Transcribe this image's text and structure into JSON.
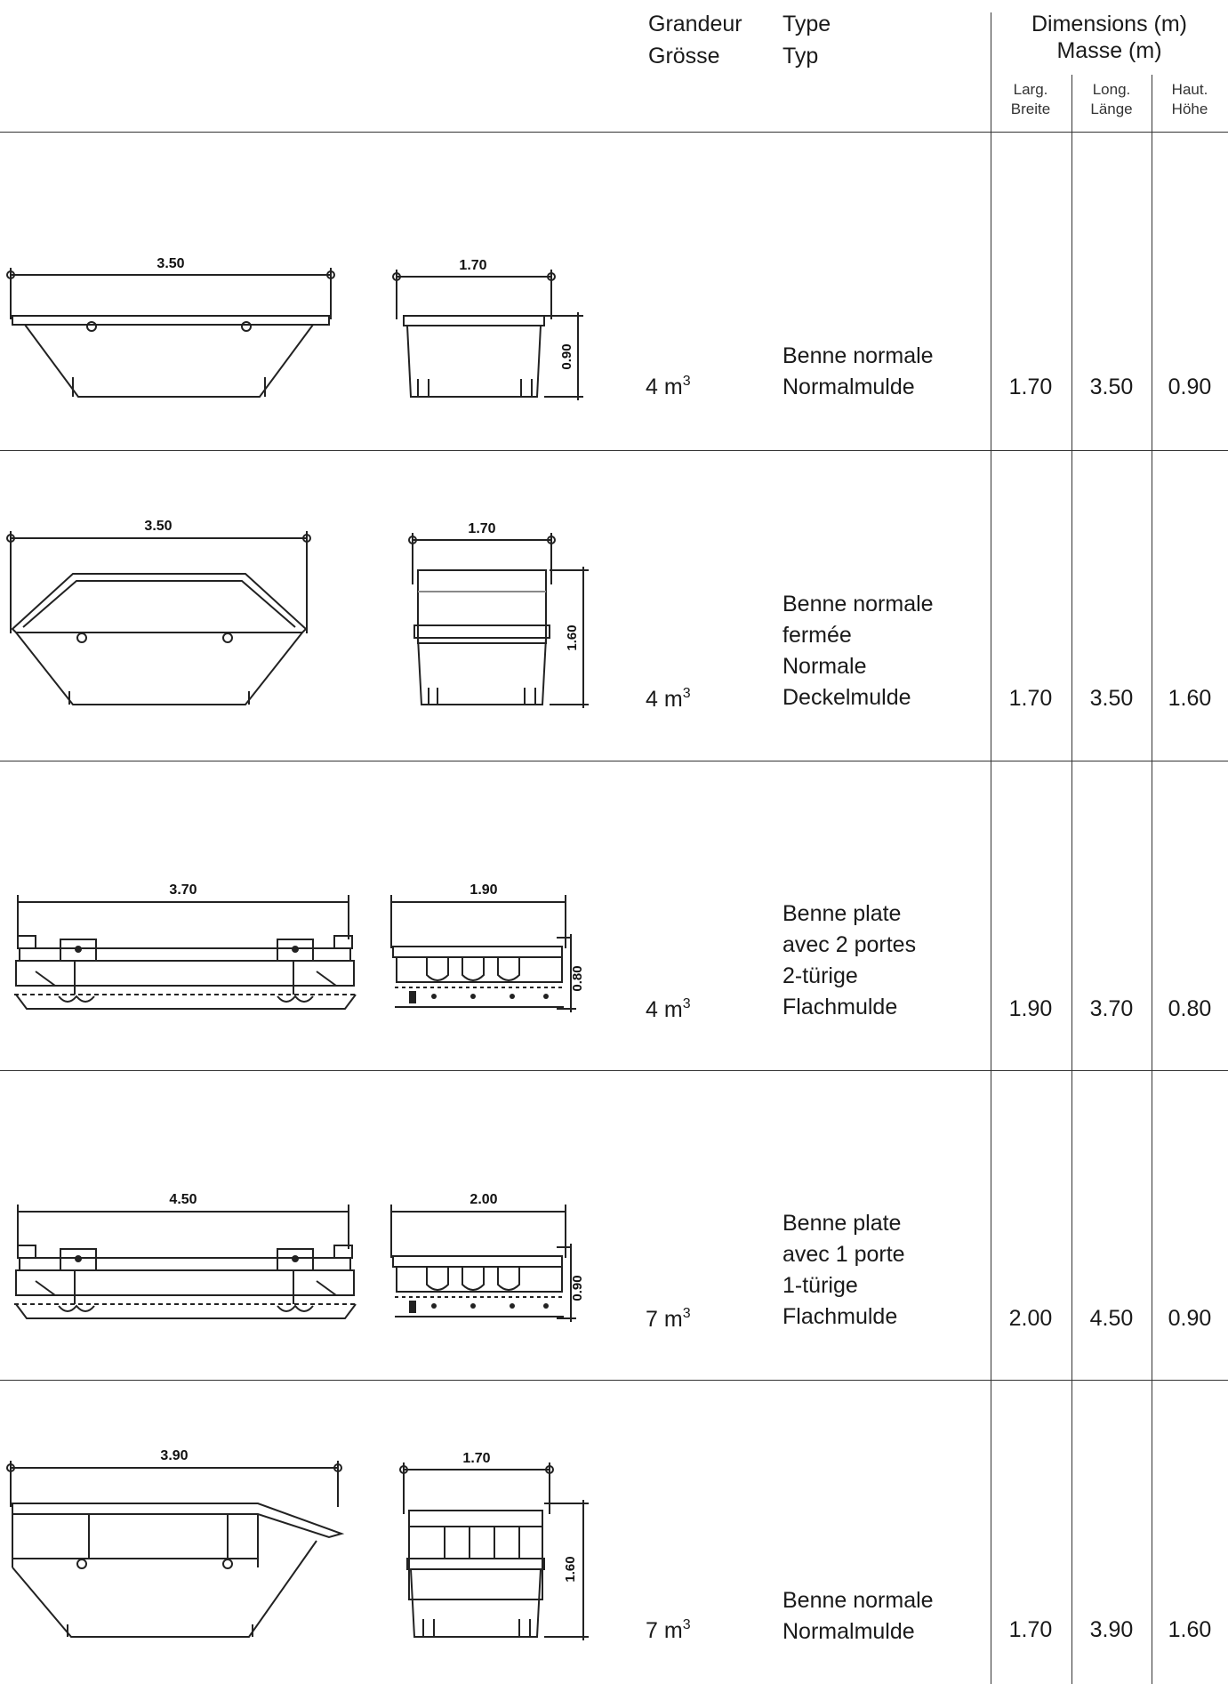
{
  "header": {
    "size_fr": "Grandeur",
    "size_de": "Grösse",
    "type_fr": "Type",
    "type_de": "Typ",
    "dims_fr": "Dimensions (m)",
    "dims_de": "Masse (m)",
    "width_fr": "Larg.",
    "width_de": "Breite",
    "length_fr": "Long.",
    "length_de": "Länge",
    "height_fr": "Haut.",
    "height_de": "Höhe"
  },
  "rows": [
    {
      "size_value": "4 m",
      "size_exp": "3",
      "type_lines": [
        "Benne normale",
        "Normalmulde"
      ],
      "width": "1.70",
      "length": "3.50",
      "height": "0.90",
      "drawing": {
        "kind": "normal",
        "side_label": "3.50",
        "front_label": "1.70",
        "height_label": "0.90"
      }
    },
    {
      "size_value": "4 m",
      "size_exp": "3",
      "type_lines": [
        "Benne normale",
        "fermée",
        "Normale",
        "Deckelmulde"
      ],
      "width": "1.70",
      "length": "3.50",
      "height": "1.60",
      "drawing": {
        "kind": "closed",
        "side_label": "3.50",
        "front_label": "1.70",
        "height_label": "1.60"
      }
    },
    {
      "size_value": "4 m",
      "size_exp": "3",
      "type_lines": [
        "Benne plate",
        "avec 2 portes",
        "2-türige",
        "Flachmulde"
      ],
      "width": "1.90",
      "length": "3.70",
      "height": "0.80",
      "drawing": {
        "kind": "flat",
        "side_label": "3.70",
        "front_label": "1.90",
        "height_label": "0.80"
      }
    },
    {
      "size_value": "7 m",
      "size_exp": "3",
      "type_lines": [
        "Benne plate",
        "avec 1 porte",
        "1-türige",
        "Flachmulde"
      ],
      "width": "2.00",
      "length": "4.50",
      "height": "0.90",
      "drawing": {
        "kind": "flat",
        "side_label": "4.50",
        "front_label": "2.00",
        "height_label": "0.90"
      }
    },
    {
      "size_value": "7 m",
      "size_exp": "3",
      "type_lines": [
        "Benne normale",
        "Normalmulde"
      ],
      "width": "1.70",
      "length": "3.90",
      "height": "1.60",
      "drawing": {
        "kind": "tall",
        "side_label": "3.90",
        "front_label": "1.70",
        "height_label": "1.60"
      }
    }
  ]
}
